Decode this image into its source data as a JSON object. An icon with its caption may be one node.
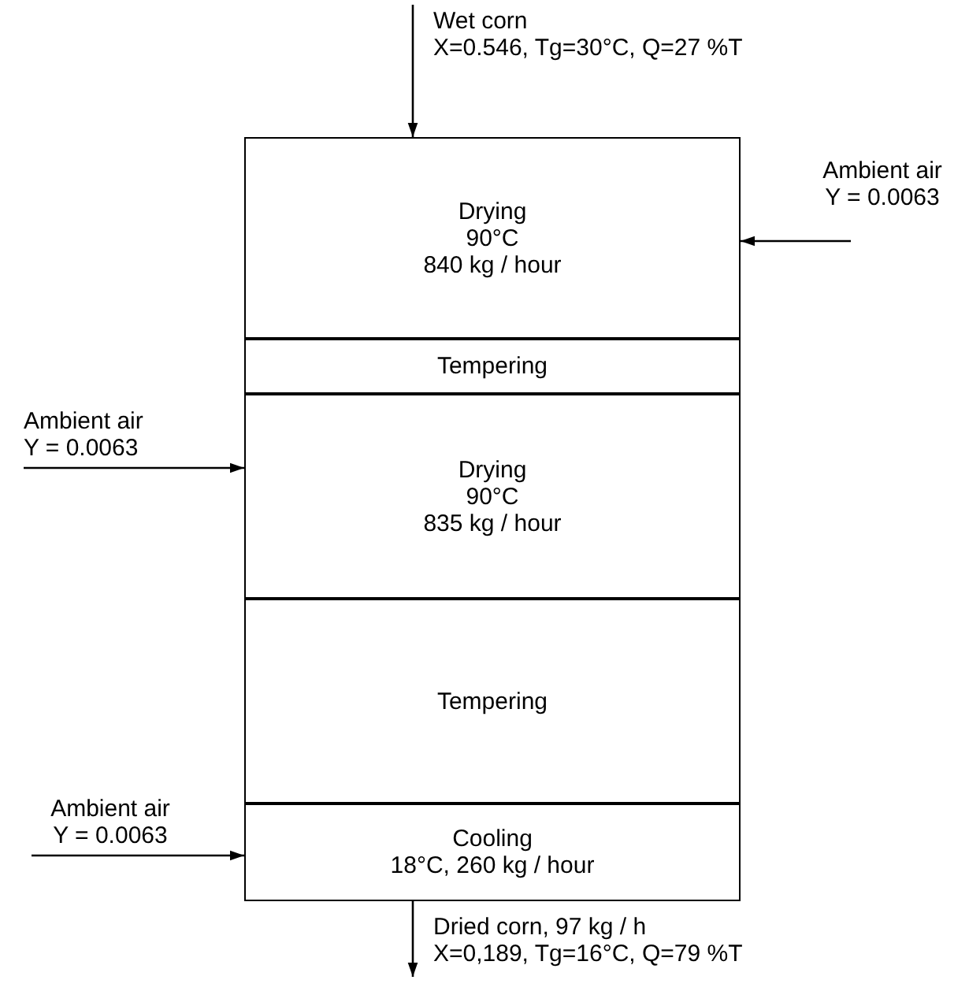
{
  "diagram": {
    "nodes": [
      {
        "text": [
          "Wet corn",
          "X=0.546, Tg=30°C, Q=27 %T"
        ]
      },
      {
        "text": [
          "Ambient air",
          "Y = 0.0063"
        ]
      },
      {
        "text": [
          "Drying",
          "90°C",
          "840 kg / hour"
        ]
      },
      {
        "text": [
          "Tempering"
        ]
      },
      {
        "text": [
          "Ambient air",
          "Y = 0.0063"
        ]
      },
      {
        "text": [
          "Drying",
          "90°C",
          "835 kg / hour"
        ]
      },
      {
        "text": [
          "Tempering"
        ]
      },
      {
        "text": [
          "Ambient air",
          "Y = 0.0063"
        ]
      },
      {
        "text": [
          "Cooling",
          "18°C, 260 kg / hour"
        ]
      },
      {
        "text": [
          "Dried corn, 97 kg / h",
          "X=0,189, Tg=16°C, Q=79 %T"
        ]
      }
    ],
    "edges": [
      {
        "from": 0,
        "to": 2,
        "arrow": "to"
      },
      {
        "from": 1,
        "to": 2,
        "arrow": "to"
      },
      {
        "from": 4,
        "to": 5,
        "arrow": "to"
      },
      {
        "from": 7,
        "to": 8,
        "arrow": "to"
      },
      {
        "from": 8,
        "to": 9,
        "arrow": "to"
      }
    ]
  }
}
